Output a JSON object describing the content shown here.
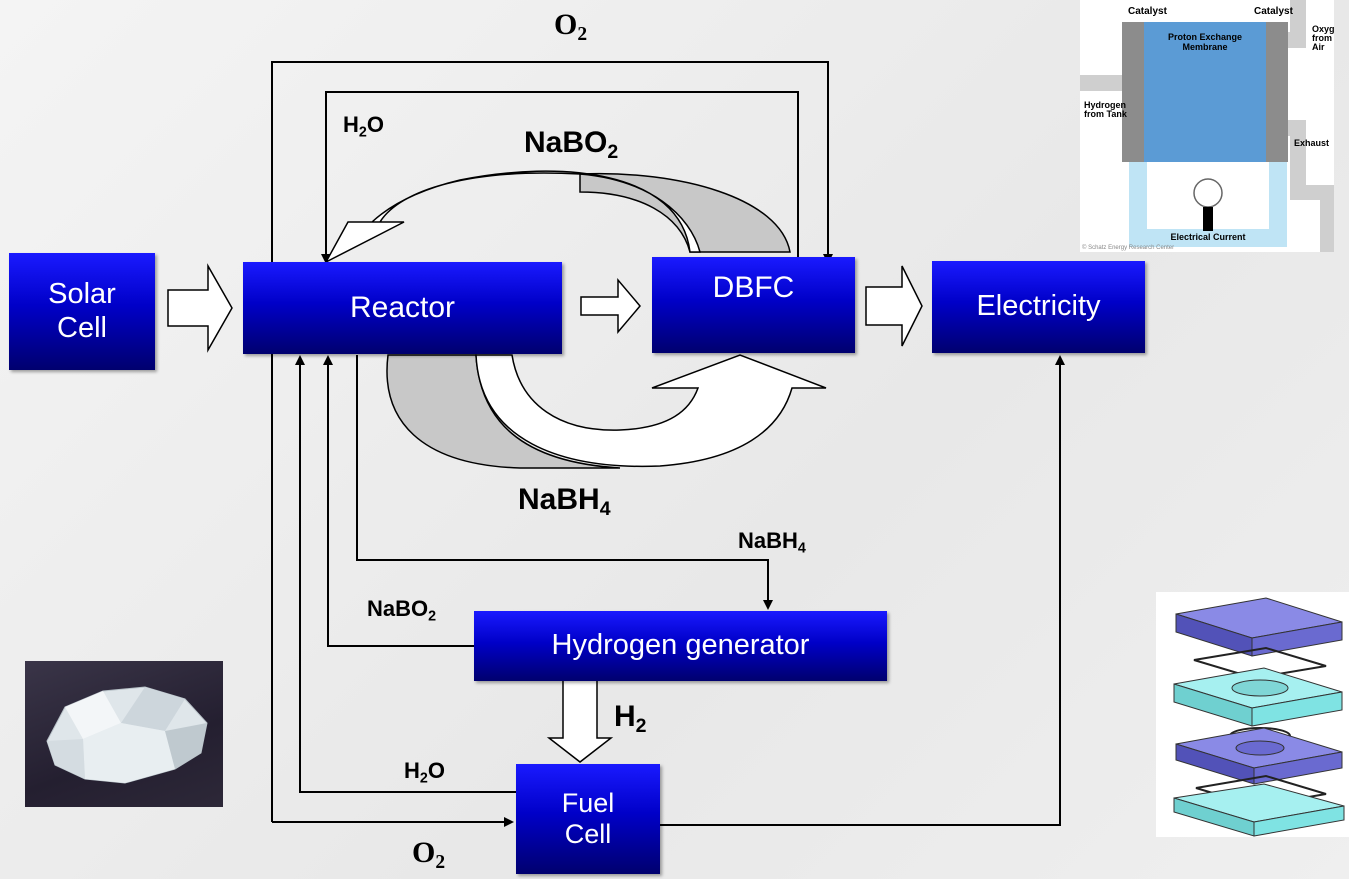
{
  "nodes": {
    "solar_cell": "Solar\nCell",
    "reactor": "Reactor",
    "dbfc": "DBFC",
    "electricity": "Electricity",
    "hydrogen_generator": "Hydrogen generator",
    "fuel_cell": "Fuel\nCell"
  },
  "labels": {
    "o2_top": {
      "main": "O",
      "sub": "2"
    },
    "h2o_top": {
      "main": "H",
      "sub": "2",
      "tail": "O"
    },
    "nabo2_cycle": {
      "main": "NaBO",
      "sub": "2"
    },
    "nabh4_cycle": {
      "main": "NaBH",
      "sub": "4"
    },
    "nabh4_feed": {
      "main": "NaBH",
      "sub": "4"
    },
    "nabo2_return": {
      "main": "NaBO",
      "sub": "2"
    },
    "h2_out": {
      "main": "H",
      "sub": "2"
    },
    "h2o_fuelcell": {
      "main": "H",
      "sub": "2",
      "tail": "O"
    },
    "o2_bottom": {
      "main": "O",
      "sub": "2"
    }
  },
  "fuel_cell_schematic": {
    "catalyst_left": "Catalyst",
    "catalyst_right": "Catalyst",
    "membrane_line1": "Proton Exchange",
    "membrane_line2": "Membrane",
    "oxygen_line1": "Oxyg",
    "oxygen_line2": "from",
    "oxygen_line3": "Air",
    "hydrogen_line1": "Hydrogen",
    "hydrogen_line2": "from Tank",
    "exhaust": "Exhaust",
    "current": "Electrical Current",
    "credit": "© Schatz Energy Research Center"
  },
  "colors": {
    "box_top": "#1a1aff",
    "box_bottom": "#00006e",
    "membrane": "#5b9bd5",
    "electrode": "#8c8c8c",
    "stack_purple": "#6a6ad8",
    "stack_cyan": "#7fe3e3"
  }
}
